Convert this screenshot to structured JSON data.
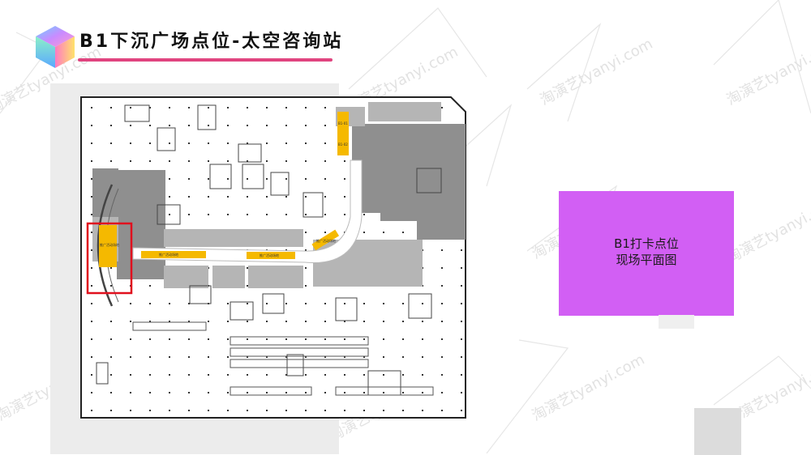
{
  "slide": {
    "title": "B1下沉广场点位-太空咨询站",
    "watermark": "淘演艺tyanyi.com"
  },
  "plan": {
    "kiosk_labels": [
      "B1-01",
      "B1-02"
    ],
    "corridor_labels": [
      "推广活动场地",
      "推广活动场地",
      "推广活动场地"
    ],
    "highlight_label": "推广活动场地"
  },
  "note": {
    "line1": "B1打卡点位",
    "line2": "现场平面图"
  },
  "colors": {
    "accent": "#e0447f",
    "note_bg": "#d25ff4",
    "highlight_fill": "#f5b900",
    "highlight_border": "#e0101e",
    "dark_shop": "#8f8f8f",
    "mid_shop": "#b5b5b5"
  }
}
